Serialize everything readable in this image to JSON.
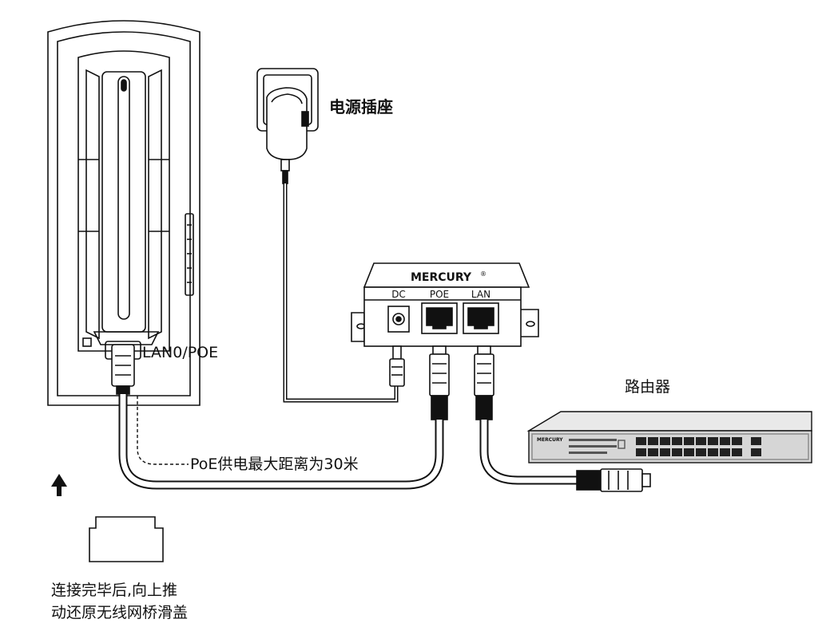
{
  "labels": {
    "power_socket": "电源插座",
    "lan_port": "LAN0/POE",
    "router": "路由器",
    "poe_distance": "PoE供电最大距离为30米",
    "note_line1": "连接完毕后,向上推",
    "note_line2": "动还原无线网桥滑盖"
  },
  "injector": {
    "brand": "MERCURY",
    "brand_mark": "®",
    "port_dc": "DC",
    "port_poe": "POE",
    "port_lan": "LAN"
  },
  "router_panel": {
    "brand": "MERCURY"
  },
  "colors": {
    "line": "#111111",
    "device_fill": "#ffffff",
    "router_body": "#d6d6d6"
  }
}
